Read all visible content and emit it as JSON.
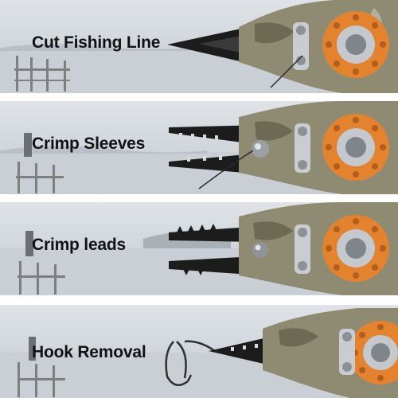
{
  "panels": [
    {
      "label": "Cut Fishing Line",
      "illustration": "pliers-cutting-line"
    },
    {
      "label": "Crimp Sleeves",
      "illustration": "pliers-crimping-sleeve"
    },
    {
      "label": "Crimp leads",
      "illustration": "pliers-crimping-lead"
    },
    {
      "label": "Hook Removal",
      "illustration": "pliers-holding-hook"
    }
  ],
  "colors": {
    "background": "#d6dbe0",
    "jaw": "#1b1b1b",
    "camo": "#8f8a72",
    "pivot_ring": "#e3822f",
    "label": "#121212"
  }
}
